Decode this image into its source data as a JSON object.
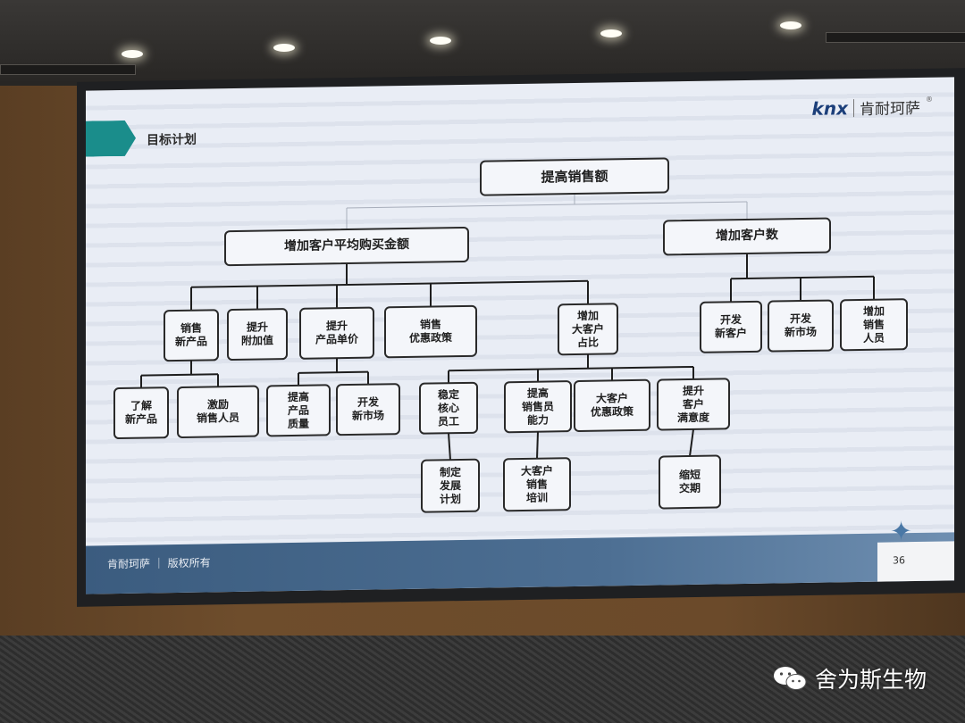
{
  "slide": {
    "title": "目标计划",
    "logo_mark": "knx",
    "logo_name": "肯耐珂萨",
    "logo_reg": "®",
    "footer_text": "肯耐珂萨 ｜ 版权所有",
    "page_number": "36"
  },
  "watermark": {
    "text": "舍为斯生物",
    "icon": "wechat-icon"
  },
  "tree": {
    "root": "提高销售额",
    "branches": [
      {
        "label": "增加客户平均购买金额",
        "children": [
          {
            "label": "销售\n新产品",
            "children": [
              "了解\n新产品",
              "激励\n销售人员"
            ]
          },
          {
            "label": "提升\n附加值",
            "children": []
          },
          {
            "label": "提升\n产品单价",
            "children": [
              "提高\n产品\n质量",
              "开发\n新市场"
            ]
          },
          {
            "label": "销售\n优惠政策",
            "children": []
          },
          {
            "label": "增加\n大客户\n占比",
            "children": [
              "稳定\n核心\n员工",
              "提高\n销售员\n能力",
              "大客户\n优惠政策",
              "提升\n客户\n满意度"
            ]
          }
        ]
      },
      {
        "label": "增加客户数",
        "children": [
          {
            "label": "开发\n新客户",
            "children": []
          },
          {
            "label": "开发\n新市场",
            "children": []
          },
          {
            "label": "增加\n销售\n人员",
            "children": []
          }
        ]
      }
    ],
    "level4": [
      {
        "parent": "稳定\n核心\n员工",
        "label": "制定\n发展\n计划"
      },
      {
        "parent": "提高\n销售员\n能力",
        "label": "大客户\n销售\n培训"
      },
      {
        "parent": "提升\n客户\n满意度",
        "label": "缩短\n交期"
      }
    ]
  }
}
